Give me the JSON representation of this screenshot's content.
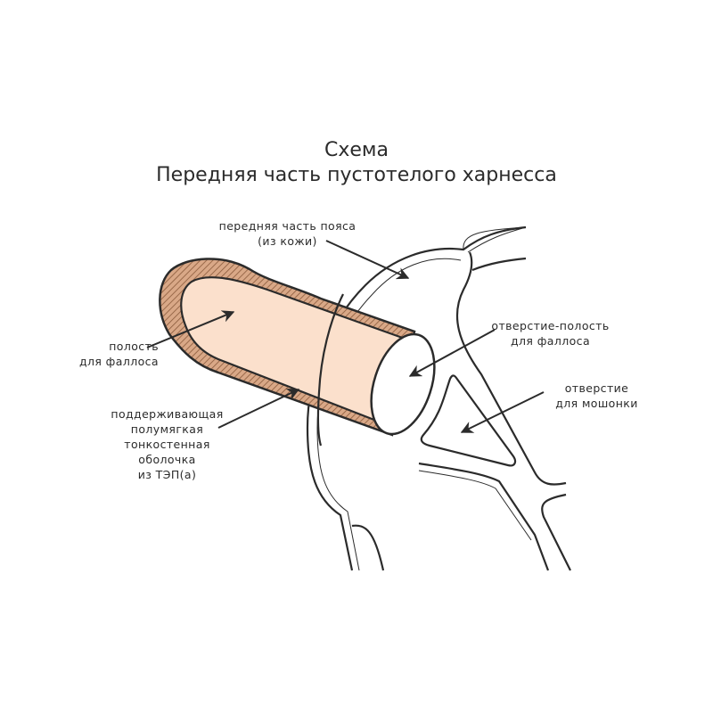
{
  "title": {
    "line1": "Схема",
    "line2": "Передняя часть пустотелого харнесса"
  },
  "labels": {
    "belt_front": {
      "line1": "передняя часть пояса",
      "line2": "(из кожи)"
    },
    "phallus_cavity": {
      "line1": "полость",
      "line2": "для фаллоса"
    },
    "shell": {
      "line1": "поддерживающая",
      "line2": "полумягкая",
      "line3": "тонкостенная",
      "line4": "оболочка",
      "line5": "из ТЭП(а)"
    },
    "opening_cavity": {
      "line1": "отверстие-полость",
      "line2": "для фаллоса"
    },
    "scrotum_opening": {
      "line1": "отверстие",
      "line2": "для мошонки"
    }
  },
  "colors": {
    "background": "#ffffff",
    "stroke": "#2b2b2b",
    "cavity_fill": "#fbe0cc",
    "shell_fill": "#d9a887",
    "hatch": "#8a5a3c"
  }
}
